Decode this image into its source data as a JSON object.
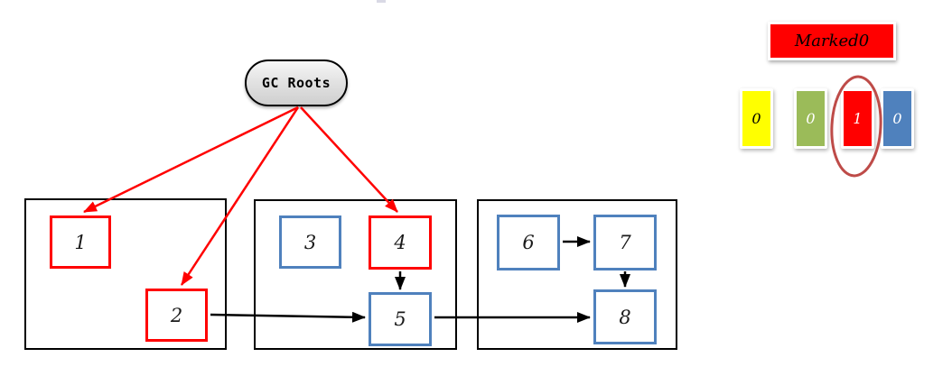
{
  "diagram": {
    "root_label": "GC Roots",
    "boxes": [
      {
        "label": "1",
        "marked": true
      },
      {
        "label": "2",
        "marked": true
      },
      {
        "label": "3",
        "marked": false
      },
      {
        "label": "4",
        "marked": true
      },
      {
        "label": "5",
        "marked": false
      },
      {
        "label": "6",
        "marked": false
      },
      {
        "label": "7",
        "marked": false
      },
      {
        "label": "8",
        "marked": false
      }
    ],
    "regions": [
      {
        "boxes": [
          "1",
          "2"
        ]
      },
      {
        "boxes": [
          "3",
          "4",
          "5"
        ]
      },
      {
        "boxes": [
          "6",
          "7",
          "8"
        ]
      }
    ],
    "edges": [
      {
        "from": "GC Roots",
        "to": "1",
        "color": "#FF0000"
      },
      {
        "from": "GC Roots",
        "to": "2",
        "color": "#FF0000"
      },
      {
        "from": "GC Roots",
        "to": "4",
        "color": "#FF0000"
      },
      {
        "from": "2",
        "to": "5",
        "color": "#000000"
      },
      {
        "from": "4",
        "to": "5",
        "color": "#000000"
      },
      {
        "from": "5",
        "to": "8",
        "color": "#000000"
      },
      {
        "from": "6",
        "to": "7",
        "color": "#000000"
      },
      {
        "from": "7",
        "to": "8",
        "color": "#000000"
      }
    ]
  },
  "legend": {
    "marked_label": "Marked0",
    "cells": [
      {
        "value": "0",
        "color": "#FFFF00",
        "text_color": "#000000",
        "circled": false
      },
      {
        "value": "0",
        "color": "#9BBB59",
        "text_color": "#FFFFFF",
        "circled": false
      },
      {
        "value": "1",
        "color": "#FF0000",
        "text_color": "#FFFFFF",
        "circled": true
      },
      {
        "value": "0",
        "color": "#4F81BD",
        "text_color": "#FFFFFF",
        "circled": false
      }
    ]
  },
  "colors": {
    "marked_border": "#FF0000",
    "unmarked_border": "#4F81BD",
    "root_edge": "#FF0000",
    "reference_edge": "#000000",
    "region_border": "#000000",
    "circle_annotation": "#BE4B48",
    "root_node_fill": "#DDDDDD"
  }
}
